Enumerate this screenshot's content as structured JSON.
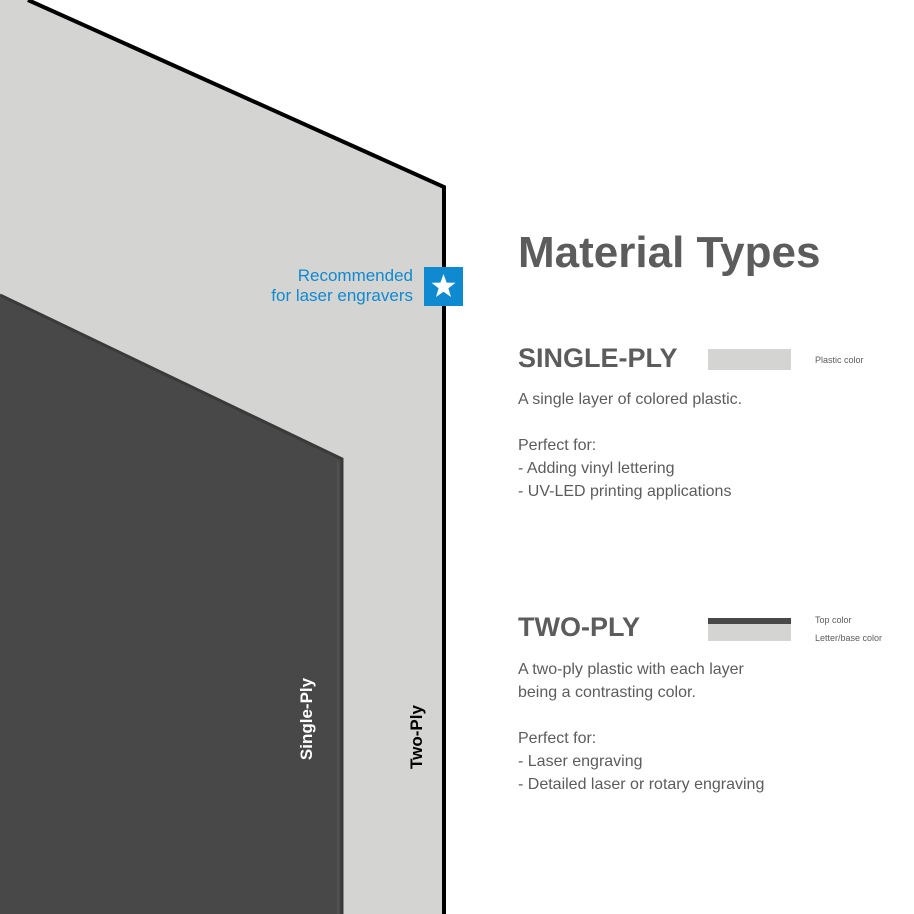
{
  "illustration": {
    "single_ply_label": "Single-Ply",
    "two_ply_label": "Two-Ply",
    "recommended_line1": "Recommended",
    "recommended_line2": "for laser engravers",
    "badge_icon": "star-icon",
    "colors": {
      "light_panel": "#d4d4d3",
      "dark_panel": "#484848",
      "edge": "#000000",
      "accent": "#0f8ad0"
    }
  },
  "main": {
    "title": "Material Types",
    "single_ply": {
      "heading": "SINGLE-PLY",
      "swatch_label": "Plastic color",
      "description": "A single layer of colored plastic.",
      "perfect_for_label": "Perfect for:",
      "uses": [
        "- Adding vinyl lettering",
        "- UV-LED printing applications"
      ]
    },
    "two_ply": {
      "heading": "TWO-PLY",
      "swatch_top_label": "Top color",
      "swatch_base_label": "Letter/base color",
      "description_line1": "A two-ply plastic with each layer",
      "description_line2": "being a contrasting color.",
      "perfect_for_label": "Perfect for:",
      "uses": [
        "- Laser engraving",
        "- Detailed laser or rotary engraving"
      ]
    }
  }
}
